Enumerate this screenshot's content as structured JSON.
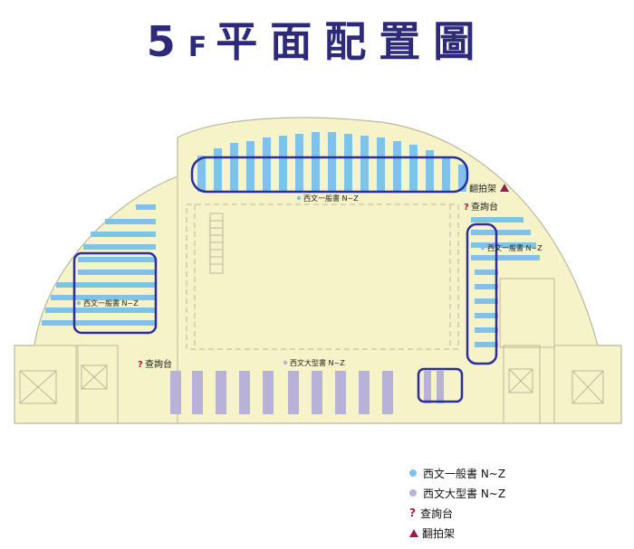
{
  "title": {
    "main": "5",
    "f": "F",
    "rest": "平面配置圖"
  },
  "colors": {
    "floor": "#f7f3c8",
    "wall": "#b9b79a",
    "general_books": "#7fc3e8",
    "large_books": "#b8b2d8",
    "highlight": "#2b2f9e",
    "question_mark": "#b0174a",
    "triangle": "#9b1b4f"
  },
  "map_labels": {
    "top_area": "西文一般書 N~Z",
    "left_area": "西文一般書 N~Z",
    "right_area": "西文一般書 N~Z",
    "bottom_area": "西文大型書 N~Z",
    "info_desk_right": "查詢台",
    "info_desk_left": "查詢台",
    "flip_rack": "翻拍架"
  },
  "legend": {
    "general": "西文一般書  N~Z",
    "large": "西文大型書  N~Z",
    "info": "查詢台",
    "flip": "翻拍架"
  },
  "icons": {
    "info": "question-mark-icon",
    "flip": "triangle-icon",
    "general": "blue-dot-icon",
    "large": "purple-dot-icon"
  }
}
